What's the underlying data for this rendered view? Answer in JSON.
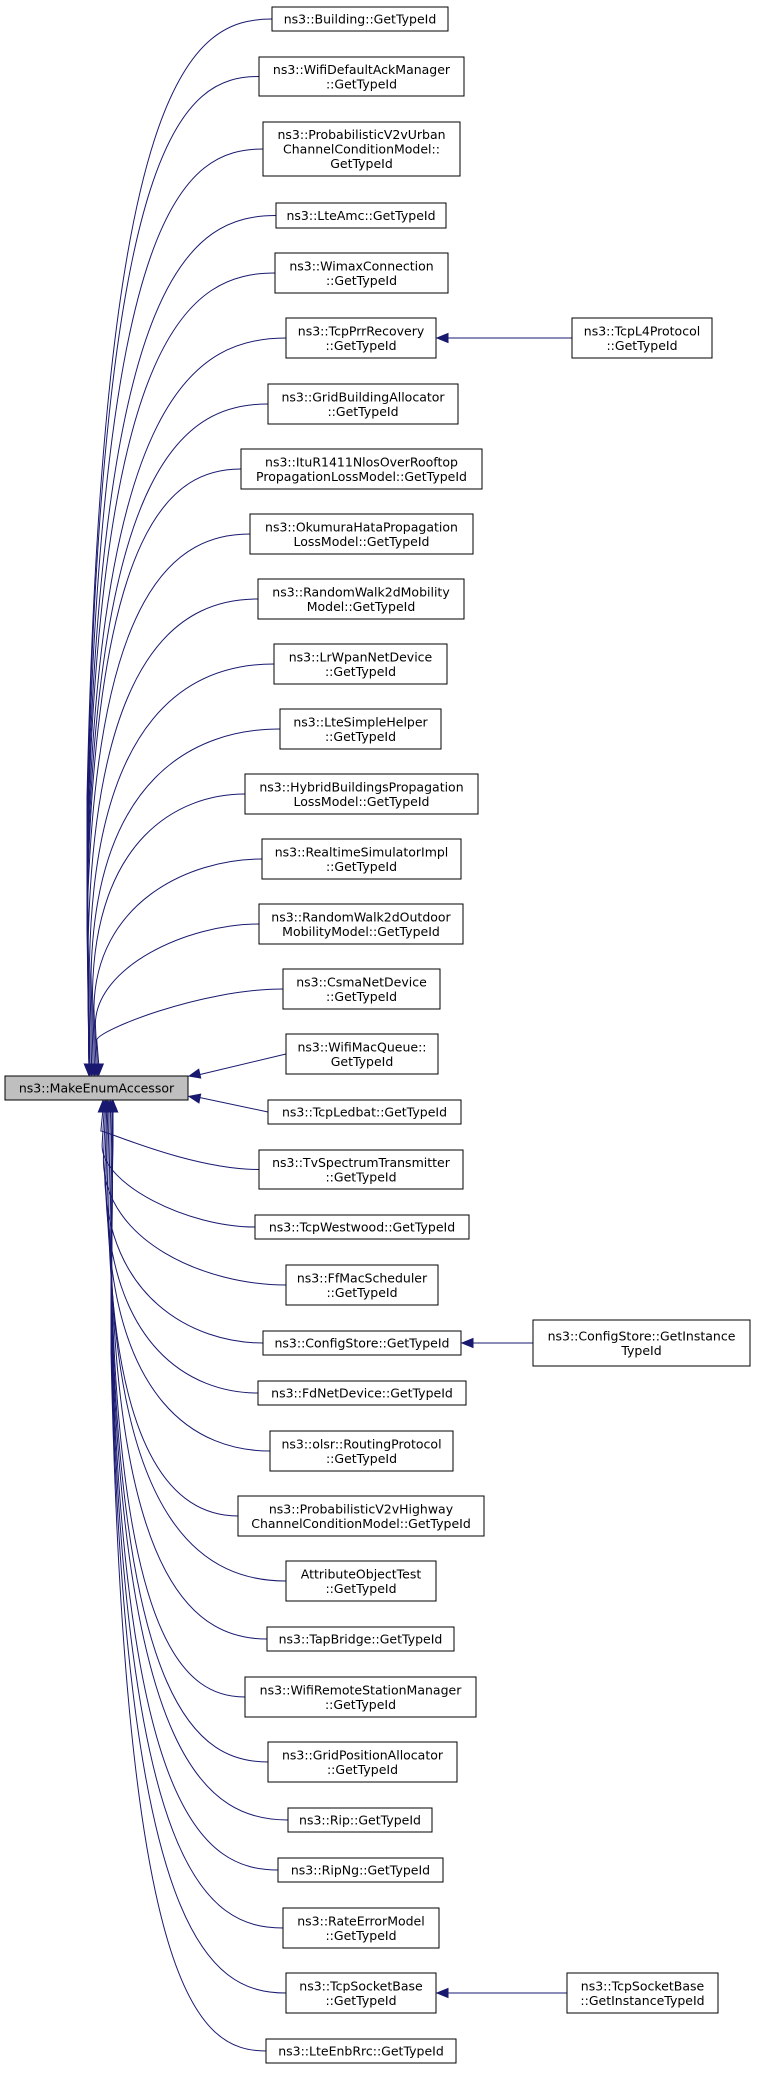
{
  "root": {
    "label": [
      "ns3::MakeEnumAccessor"
    ]
  },
  "callers": [
    {
      "id": "building",
      "label": [
        "ns3::Building::GetTypeId"
      ]
    },
    {
      "id": "wifi-default-ack",
      "label": [
        "ns3::WifiDefaultAckManager",
        "::GetTypeId"
      ]
    },
    {
      "id": "prob-v2v-urban",
      "label": [
        "ns3::ProbabilisticV2vUrban",
        "ChannelConditionModel::",
        "GetTypeId"
      ]
    },
    {
      "id": "lte-amc",
      "label": [
        "ns3::LteAmc::GetTypeId"
      ]
    },
    {
      "id": "wimax-connection",
      "label": [
        "ns3::WimaxConnection",
        "::GetTypeId"
      ]
    },
    {
      "id": "tcp-prr-recovery",
      "label": [
        "ns3::TcpPrrRecovery",
        "::GetTypeId"
      ]
    },
    {
      "id": "grid-building-allocator",
      "label": [
        "ns3::GridBuildingAllocator",
        "::GetTypeId"
      ]
    },
    {
      "id": "itur1411",
      "label": [
        "ns3::ItuR1411NlosOverRooftop",
        "PropagationLossModel::GetTypeId"
      ]
    },
    {
      "id": "okumura-hata",
      "label": [
        "ns3::OkumuraHataPropagation",
        "LossModel::GetTypeId"
      ]
    },
    {
      "id": "random-walk-2d",
      "label": [
        "ns3::RandomWalk2dMobility",
        "Model::GetTypeId"
      ]
    },
    {
      "id": "lrwpan-net-device",
      "label": [
        "ns3::LrWpanNetDevice",
        "::GetTypeId"
      ]
    },
    {
      "id": "lte-simple-helper",
      "label": [
        "ns3::LteSimpleHelper",
        "::GetTypeId"
      ]
    },
    {
      "id": "hybrid-buildings",
      "label": [
        "ns3::HybridBuildingsPropagation",
        "LossModel::GetTypeId"
      ]
    },
    {
      "id": "realtime-simulator",
      "label": [
        "ns3::RealtimeSimulatorImpl",
        "::GetTypeId"
      ]
    },
    {
      "id": "random-walk-2d-outdoor",
      "label": [
        "ns3::RandomWalk2dOutdoor",
        "MobilityModel::GetTypeId"
      ]
    },
    {
      "id": "csma-net-device",
      "label": [
        "ns3::CsmaNetDevice",
        "::GetTypeId"
      ]
    },
    {
      "id": "wifi-mac-queue",
      "label": [
        "ns3::WifiMacQueue::",
        "GetTypeId"
      ]
    },
    {
      "id": "tcp-ledbat",
      "label": [
        "ns3::TcpLedbat::GetTypeId"
      ]
    },
    {
      "id": "tv-spectrum",
      "label": [
        "ns3::TvSpectrumTransmitter",
        "::GetTypeId"
      ]
    },
    {
      "id": "tcp-westwood",
      "label": [
        "ns3::TcpWestwood::GetTypeId"
      ]
    },
    {
      "id": "ff-mac-scheduler",
      "label": [
        "ns3::FfMacScheduler",
        "::GetTypeId"
      ]
    },
    {
      "id": "config-store",
      "label": [
        "ns3::ConfigStore::GetTypeId"
      ]
    },
    {
      "id": "fd-net-device",
      "label": [
        "ns3::FdNetDevice::GetTypeId"
      ]
    },
    {
      "id": "olsr-routing",
      "label": [
        "ns3::olsr::RoutingProtocol",
        "::GetTypeId"
      ]
    },
    {
      "id": "prob-v2v-highway",
      "label": [
        "ns3::ProbabilisticV2vHighway",
        "ChannelConditionModel::GetTypeId"
      ]
    },
    {
      "id": "attribute-object-test",
      "label": [
        "AttributeObjectTest",
        "::GetTypeId"
      ]
    },
    {
      "id": "tap-bridge",
      "label": [
        "ns3::TapBridge::GetTypeId"
      ]
    },
    {
      "id": "wifi-remote-station",
      "label": [
        "ns3::WifiRemoteStationManager",
        "::GetTypeId"
      ]
    },
    {
      "id": "grid-position-allocator",
      "label": [
        "ns3::GridPositionAllocator",
        "::GetTypeId"
      ]
    },
    {
      "id": "rip",
      "label": [
        "ns3::Rip::GetTypeId"
      ]
    },
    {
      "id": "ripng",
      "label": [
        "ns3::RipNg::GetTypeId"
      ]
    },
    {
      "id": "rate-error-model",
      "label": [
        "ns3::RateErrorModel",
        "::GetTypeId"
      ]
    },
    {
      "id": "tcp-socket-base",
      "label": [
        "ns3::TcpSocketBase",
        "::GetTypeId"
      ]
    },
    {
      "id": "lte-enb-rrc",
      "label": [
        "ns3::LteEnbRrc::GetTypeId"
      ]
    }
  ],
  "secondary": [
    {
      "id": "tcp-l4-protocol",
      "from": "tcp-prr-recovery",
      "label": [
        "ns3::TcpL4Protocol",
        "::GetTypeId"
      ]
    },
    {
      "id": "config-store-instance",
      "from": "config-store",
      "label": [
        "ns3::ConfigStore::GetInstance",
        "TypeId"
      ]
    },
    {
      "id": "tcp-socket-base-instance",
      "from": "tcp-socket-base",
      "label": [
        "ns3::TcpSocketBase",
        "::GetInstanceTypeId"
      ]
    }
  ],
  "colors": {
    "edge": "#191970",
    "root_fill": "#bfbfbf",
    "node_fill": "#ffffff",
    "border": "#000000"
  }
}
